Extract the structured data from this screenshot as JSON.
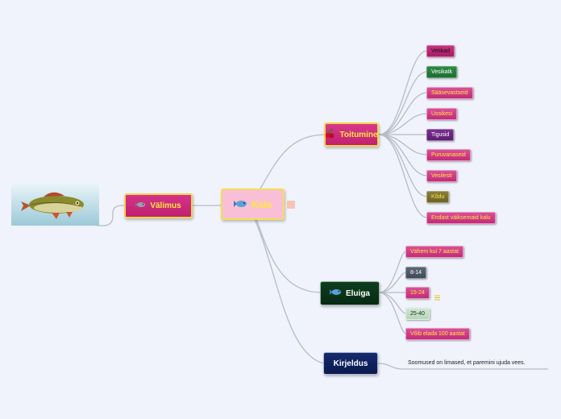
{
  "central": {
    "label": "Kala",
    "icon": "fish-icon"
  },
  "branches": {
    "valimus": {
      "label": "Välimus",
      "icon": "fish-icon",
      "image": "fish-photo"
    },
    "toitumine": {
      "label": "Toitumine",
      "icon": "cherry-icon"
    },
    "eluiga": {
      "label": "Eluiga",
      "icon": "fish-icon"
    },
    "kirjeldus": {
      "label": "Kirjeldus",
      "note": "Soomused on limased, et paremini ujuda vees."
    }
  },
  "toitumine_items": [
    "Vetikad",
    "Vesikatk",
    "Sääsevastseid",
    "Ussikesi",
    "Tigusid",
    "Puruvanaseid",
    "Vesilesti",
    "Kõdu",
    "Endast väiksemaid kalu"
  ],
  "eluiga_items": [
    "Vähem kui 7 aastat",
    "8-14",
    "15-24",
    "25-40",
    "Võib elada 100 aastat"
  ],
  "colors": {
    "background": "#f0f3fb",
    "central_bg": "#f9bfd6",
    "central_border": "#f5dd56",
    "central_text": "#ffe640",
    "pink": "#c9357f",
    "toitumine": "#cd2677",
    "eluiga": "#0a3418",
    "kirjeldus": "#0d1f5a",
    "link": "#b5bcc6"
  }
}
